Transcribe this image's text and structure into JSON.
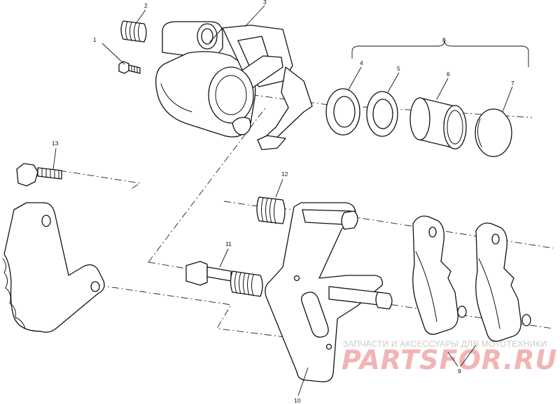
{
  "diagram": {
    "callouts": [
      {
        "id": "c1",
        "label": "1"
      },
      {
        "id": "c2",
        "label": "2"
      },
      {
        "id": "c3",
        "label": "3"
      },
      {
        "id": "c4",
        "label": "4"
      },
      {
        "id": "c5",
        "label": "5"
      },
      {
        "id": "c6",
        "label": "6"
      },
      {
        "id": "c7",
        "label": "7"
      },
      {
        "id": "c8",
        "label": "8"
      },
      {
        "id": "c9",
        "label": "9"
      },
      {
        "id": "c10",
        "label": "10"
      },
      {
        "id": "c11",
        "label": "11"
      },
      {
        "id": "c12",
        "label": "12"
      },
      {
        "id": "c13",
        "label": "13"
      }
    ]
  },
  "watermark": {
    "subtitle": "ЗАПЧАСТИ И АКСЕССУАРЫ ДЛЯ МОТОТЕХНИКИ",
    "brand": "PARTSFOR.RU"
  },
  "colors": {
    "ink": "#111111",
    "watermark_text": "#c9c9c9",
    "watermark_brand": "#f2b4b4",
    "background": "#ffffff"
  }
}
